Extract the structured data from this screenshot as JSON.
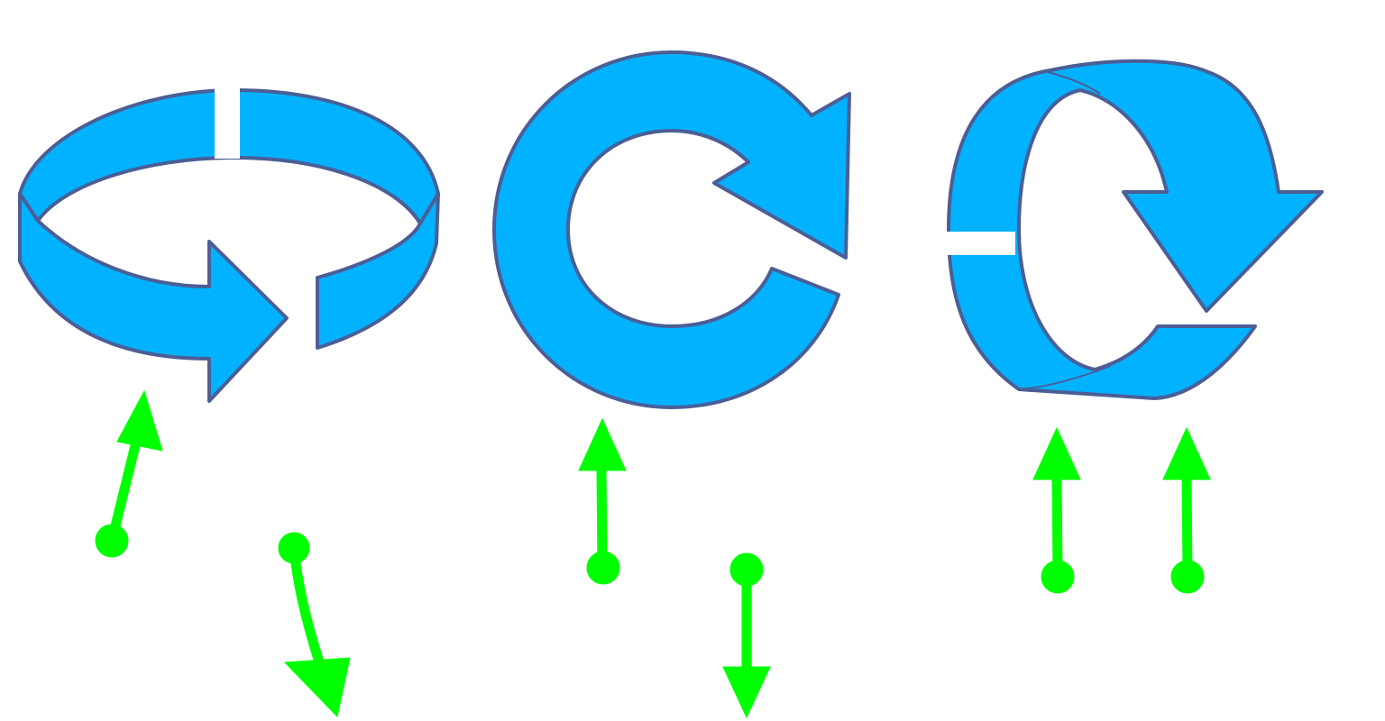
{
  "colors": {
    "background": "#ffffff",
    "rotation_arrow_fill": "#00b2ff",
    "rotation_arrow_outline": "#4b5e96",
    "pointer_arrow": "#00ff00"
  },
  "icons": [
    {
      "name": "horizontal-ring-rotation-arrow-icon",
      "rotation_axis": "vertical"
    },
    {
      "name": "circular-clockwise-arrow-icon",
      "rotation_axis": "out-of-page"
    },
    {
      "name": "vertical-ring-rotation-arrow-icon",
      "rotation_axis": "horizontal"
    }
  ],
  "pointers": [
    {
      "name": "pointer-up-left",
      "direction": "up"
    },
    {
      "name": "pointer-down-left",
      "direction": "down"
    },
    {
      "name": "pointer-up-center",
      "direction": "up"
    },
    {
      "name": "pointer-down-center",
      "direction": "down"
    },
    {
      "name": "pointer-up-right-1",
      "direction": "up"
    },
    {
      "name": "pointer-up-right-2",
      "direction": "up"
    }
  ]
}
